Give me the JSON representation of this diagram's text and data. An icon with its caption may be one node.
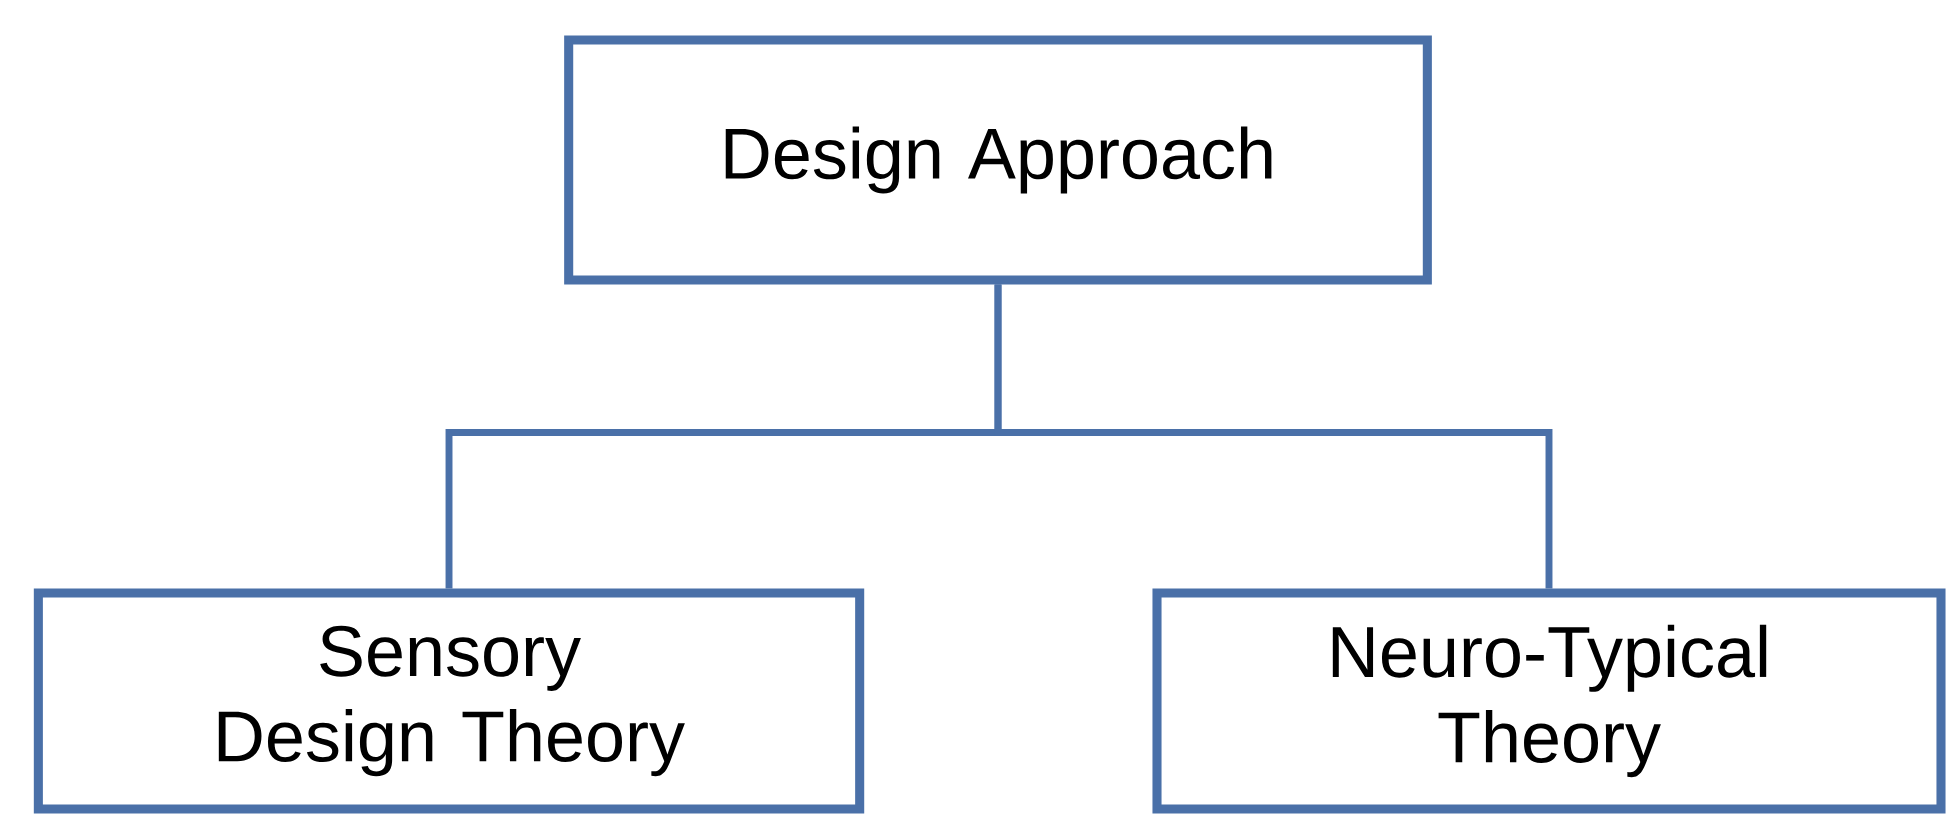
{
  "diagram": {
    "nodes": [
      {
        "text": [
          "Design Approach"
        ]
      },
      {
        "text": [
          "Sensory Design Theory"
        ]
      },
      {
        "text": [
          "Neuro-Typical Theory"
        ]
      }
    ],
    "edges": [
      {
        "from": 0,
        "to": 1,
        "arrow": "none"
      },
      {
        "from": 0,
        "to": 2,
        "arrow": "none"
      }
    ]
  }
}
